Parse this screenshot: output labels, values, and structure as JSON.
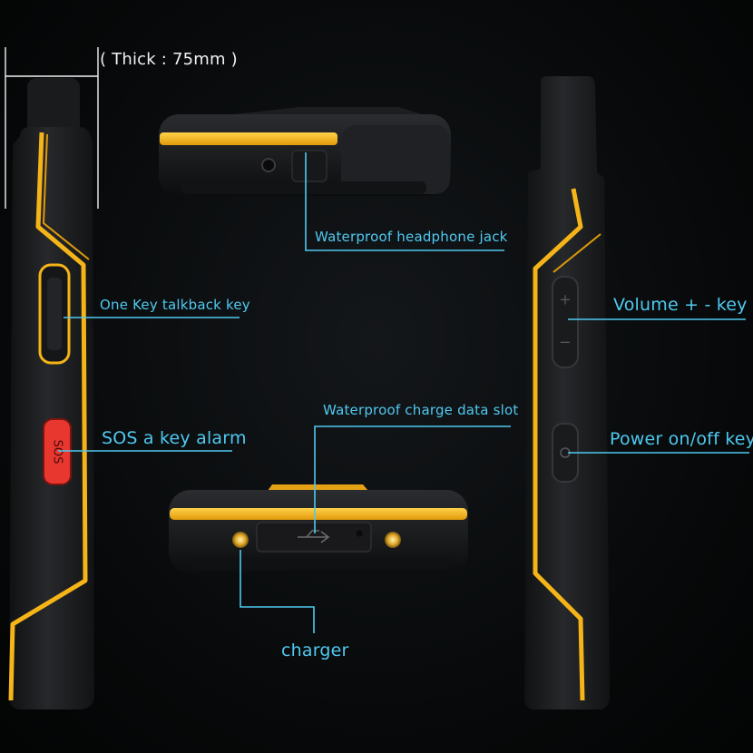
{
  "labels": {
    "thickness": "( Thick : 75mm )",
    "headphone_jack": "Waterproof headphone jack",
    "talkback_key": "One Key talkback key",
    "sos_key": "SOS a key alarm",
    "charge_data_slot": "Waterproof charge data slot",
    "volume_key": "Volume + - key",
    "power_key": "Power on/off key",
    "charger": "charger"
  },
  "sos_button_text": "SOS",
  "colors": {
    "background": "#050607",
    "callout_line": "#4fc9f0",
    "accent_yellow": "#f5b418",
    "body_dark": "#1b1c1e",
    "sos_red": "#e8372f"
  }
}
